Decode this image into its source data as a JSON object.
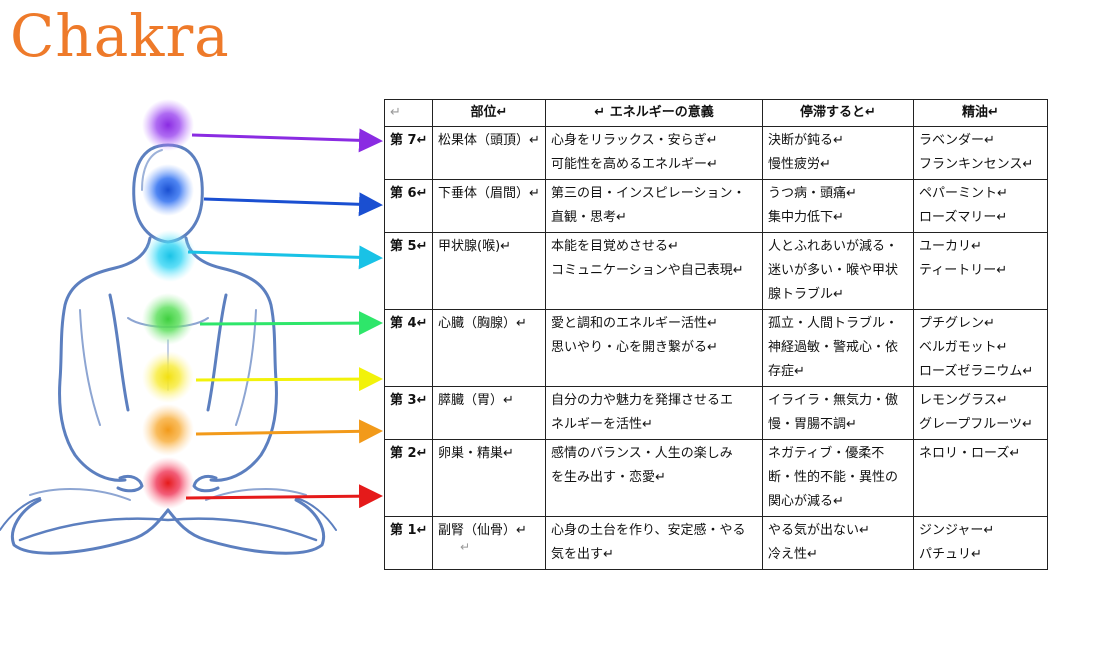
{
  "title": "Chakra",
  "colors": {
    "title": "#ee7a2a",
    "body_outline": "#5c7fbf"
  },
  "header": {
    "corner": "↵",
    "part": "部位↵",
    "meaning": "↵ エネルギーの意義",
    "stagnation": "停滞すると↵",
    "oil": "精油↵"
  },
  "rows": [
    {
      "level": "第 7↵",
      "color": "#8a2be2",
      "part": "松果体（頭頂）↵",
      "meaning": [
        "心身をリラックス・安らぎ↵",
        "可能性を高めるエネルギー↵"
      ],
      "stagnation": [
        "決断が鈍る↵",
        "慢性疲労↵"
      ],
      "oil": [
        "ラベンダー↵",
        "フランキンセンス↵"
      ]
    },
    {
      "level": "第 6↵",
      "color": "#1a4fd1",
      "part": "下垂体（眉間）↵",
      "meaning": [
        "第三の目・インスピレーション・",
        "直観・思考↵"
      ],
      "stagnation": [
        "うつ病・頭痛↵",
        "集中力低下↵"
      ],
      "oil": [
        "ペパーミント↵",
        "ローズマリー↵"
      ]
    },
    {
      "level": "第 5↵",
      "color": "#19c2e6",
      "part": "甲状腺(喉)↵",
      "meaning": [
        "本能を目覚めさせる↵",
        "コミュニケーションや自己表現↵"
      ],
      "stagnation": [
        "人とふれあいが減る・",
        "迷いが多い・喉や甲状",
        "腺トラブル↵"
      ],
      "oil": [
        "ユーカリ↵",
        "ティートリー↵"
      ]
    },
    {
      "level": "第 4↵",
      "color": "#3fcf3f",
      "part": "心臓（胸腺）↵",
      "meaning": [
        "愛と調和のエネルギー活性↵",
        "思いやり・心を開き繋がる↵"
      ],
      "stagnation": [
        "孤立・人間トラブル・",
        "神経過敏・警戒心・依",
        "存症↵"
      ],
      "oil": [
        "プチグレン↵",
        "ベルガモット↵",
        "ローズゼラニウム↵"
      ]
    },
    {
      "level": "第 3↵",
      "color": "#f2e011",
      "part": "膵臓（胃）↵",
      "meaning": [
        "自分の力や魅力を発揮させるエ",
        "ネルギーを活性↵"
      ],
      "stagnation": [
        "イライラ・無気力・傲",
        "慢・胃腸不調↵"
      ],
      "oil": [
        "レモングラス↵",
        "グレープフルーツ↵"
      ]
    },
    {
      "level": "第 2↵",
      "color": "#f29a1a",
      "part": "卵巣・精巣↵",
      "meaning": [
        "感情のバランス・人生の楽しみ",
        "を生み出す・恋愛↵"
      ],
      "stagnation": [
        "ネガティブ・優柔不",
        "断・性的不能・異性の",
        "関心が減る↵"
      ],
      "oil": [
        "ネロリ・ローズ↵"
      ]
    },
    {
      "level": "第 1↵",
      "color": "#e51a1a",
      "part": "副腎（仙骨）↵",
      "meaning": [
        "心身の土台を作り、安定感・やる",
        "気を出す↵"
      ],
      "stagnation": [
        "やる気が出ない↵",
        "冷え性↵"
      ],
      "oil": [
        "ジンジャー↵",
        "パチュリ↵"
      ]
    }
  ],
  "trailing_mark": "↵"
}
